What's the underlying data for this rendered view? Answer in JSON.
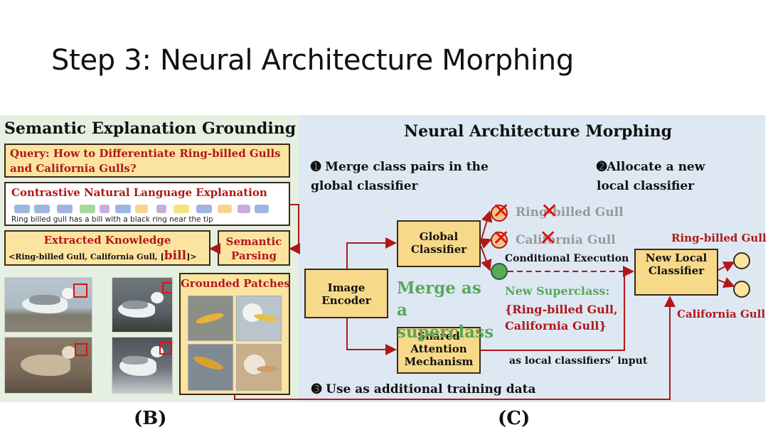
{
  "slide": {
    "title": "Step 3: Neural Architecture Morphing"
  },
  "panel_b": {
    "heading": "Semantic Explanation Grounding",
    "query": "Query: How to Differentiate Ring-billed Gulls and California Gulls?",
    "explanation_title": "Contrastive Natural Language Explanation",
    "explanation_caption": "Ring billed gull has  a  bill with  a  black ring near the tip",
    "knowledge_title": "Extracted Knowledge",
    "knowledge_tuple_prefix": "<Ring-billed Gull, California Gull, [",
    "knowledge_tuple_keyword": "bill",
    "knowledge_tuple_suffix": "]>",
    "parsing_label": "Semantic Parsing",
    "patches_title": "Grounded Patches",
    "label": "(B)"
  },
  "panel_c": {
    "heading": "Neural Architecture Morphing",
    "step1": "➊ Merge class pairs in the global classifier",
    "step2": "➋Allocate a new local classifier",
    "step3": "➌ Use as additional training data",
    "image_encoder": "Image Encoder",
    "global_classifier": "Global Classifier",
    "shared_attention": "Shared Attention Mechanism",
    "new_local_classifier": "New Local Classifier",
    "removed_class_1": "Ring-billed Gull",
    "removed_class_2": "California Gull",
    "conditional_execution": "Conditional Execution",
    "merge_text": "Merge as a superclass",
    "new_superclass_label": "New Superclass:",
    "new_superclass_members": "{Ring-billed Gull, California Gull}",
    "local_input_note": "as local classifiers’ input",
    "output_1": "Ring-billed Gull",
    "output_2": "California Gull",
    "label": "(C)"
  },
  "colors": {
    "accent_red": "#b01818",
    "box_fill": "#fbe3a0",
    "merge_green": "#5aa85a",
    "panel_b_bg": "#e5f0e1",
    "panel_c_bg": "#dde8f3"
  }
}
